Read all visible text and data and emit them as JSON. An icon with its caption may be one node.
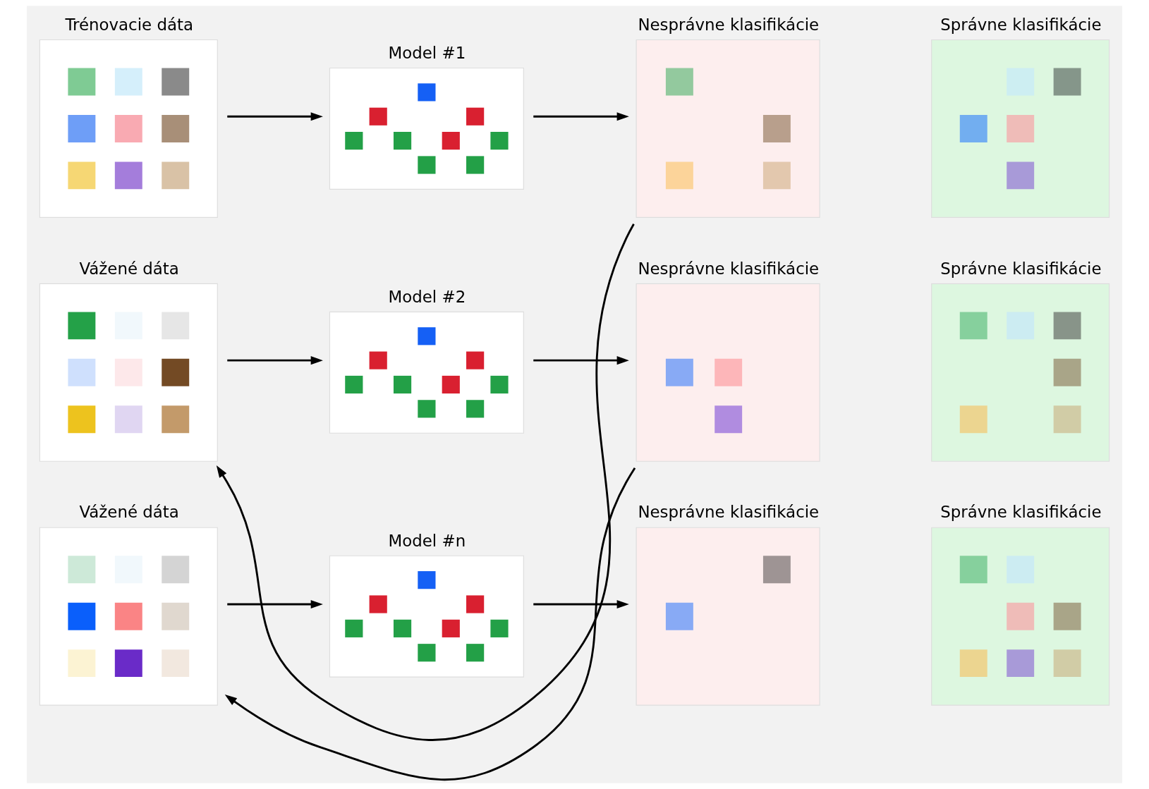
{
  "diagram": {
    "nodes": [
      {
        "text": [
          "Trénovacie dáta"
        ]
      },
      {
        "text": [
          "Model #1"
        ]
      },
      {
        "text": [
          "Nesprávne klasifikácie"
        ]
      },
      {
        "text": [
          "Správne klasifikácie"
        ]
      },
      {
        "text": [
          "Vážené dáta"
        ]
      },
      {
        "text": [
          "Model #2"
        ]
      },
      {
        "text": [
          "Nesprávne klasifikácie"
        ]
      },
      {
        "text": [
          "Správne klasifikácie"
        ]
      },
      {
        "text": [
          "Vážené dáta"
        ]
      },
      {
        "text": [
          "Model #n"
        ]
      },
      {
        "text": [
          "Nesprávne klasifikácie"
        ]
      },
      {
        "text": [
          "Správne klasifikácie"
        ]
      }
    ],
    "edges": [
      {
        "from": 0,
        "to": 1,
        "arrow": "to"
      },
      {
        "from": 1,
        "to": 2,
        "arrow": "to"
      },
      {
        "from": 2,
        "to": 4,
        "arrow": "to"
      },
      {
        "from": 4,
        "to": 5,
        "arrow": "to"
      },
      {
        "from": 5,
        "to": 6,
        "arrow": "to"
      },
      {
        "from": 6,
        "to": 8,
        "arrow": "to"
      },
      {
        "from": 8,
        "to": 9,
        "arrow": "to"
      },
      {
        "from": 9,
        "to": 10,
        "arrow": "to"
      }
    ]
  }
}
